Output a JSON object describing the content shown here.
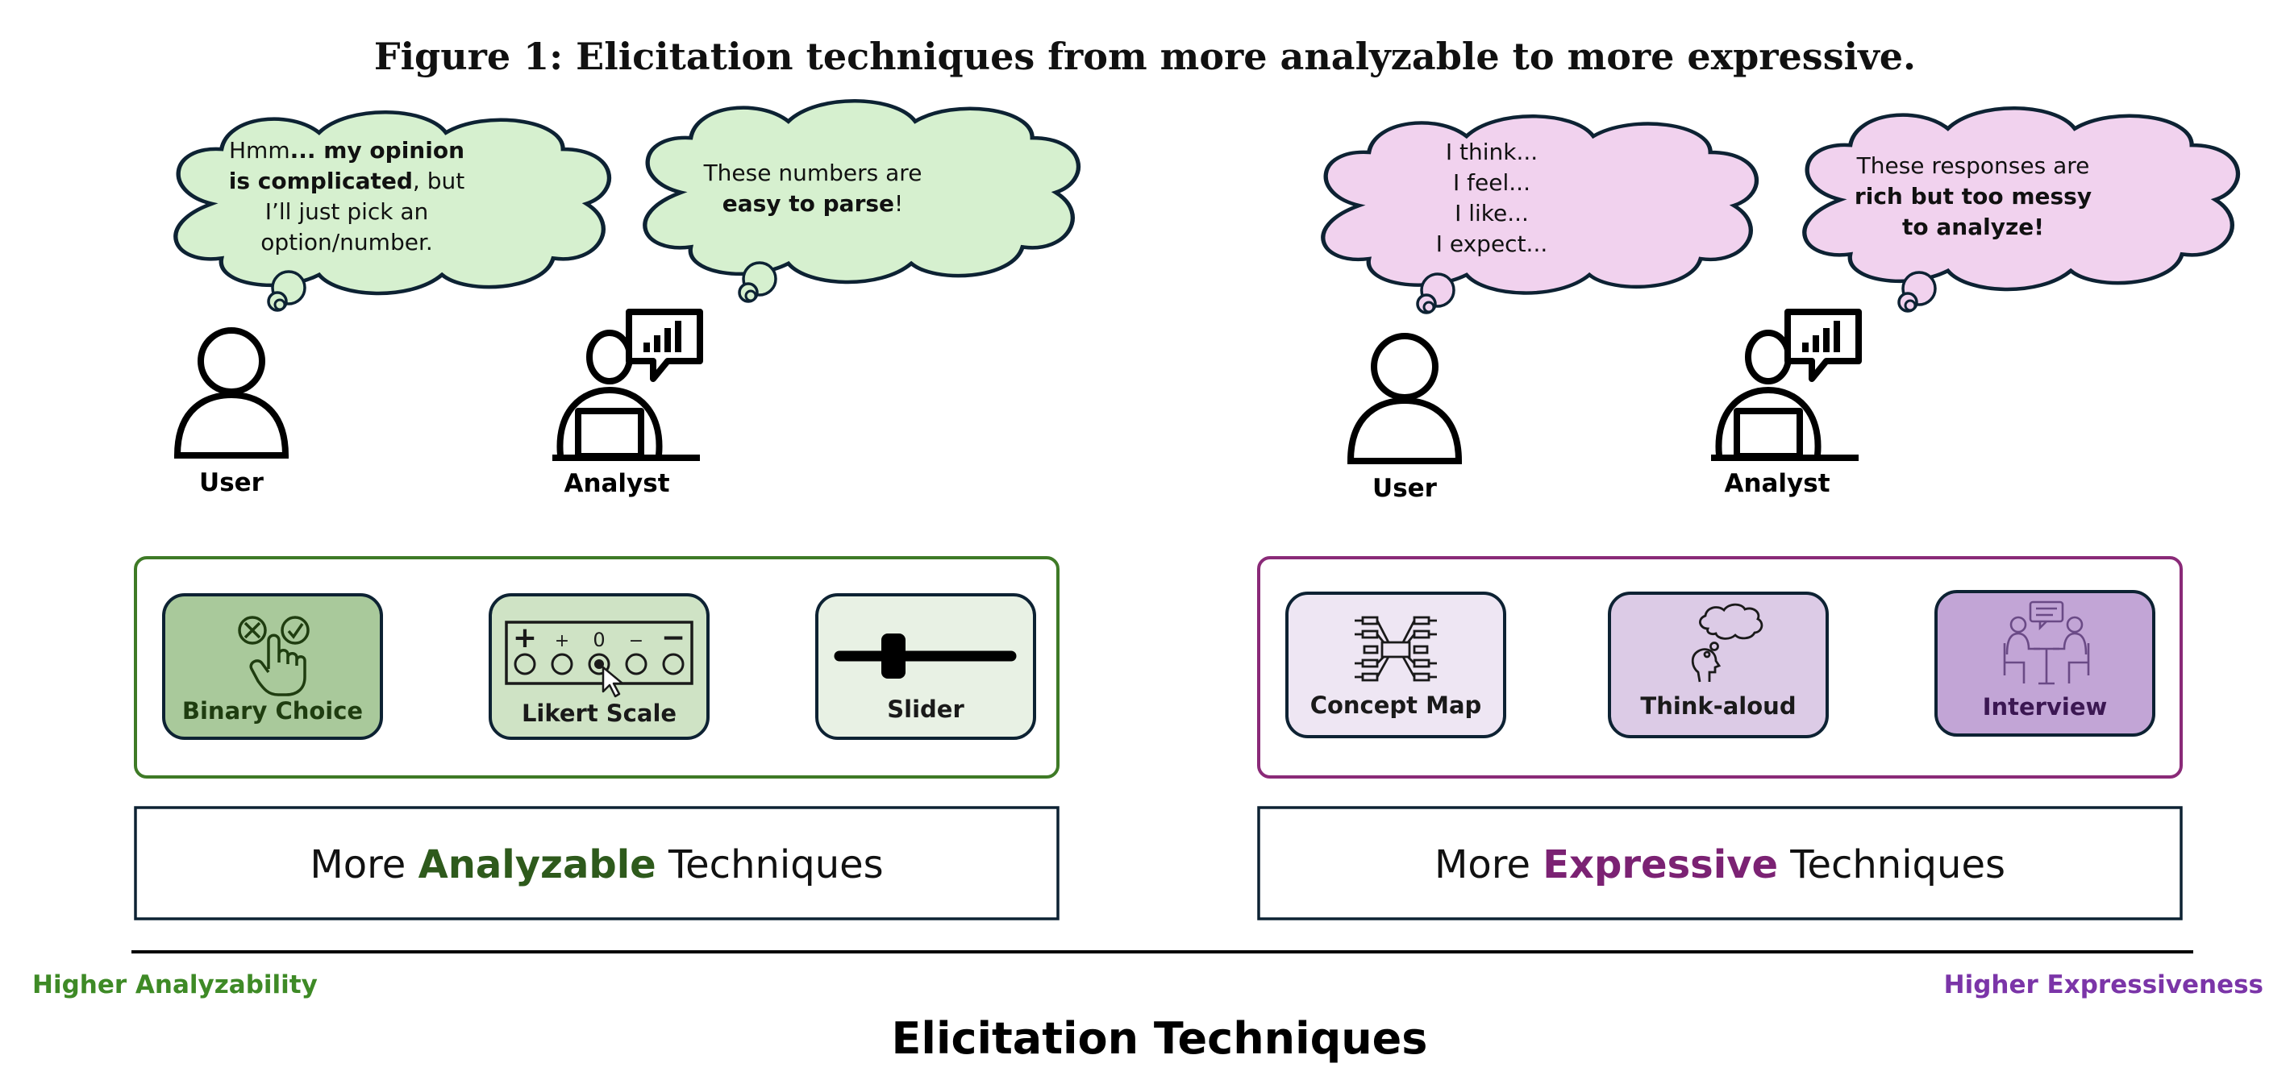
{
  "title": "Figure 1: Elicitation techniques from more analyzable to more expressive.",
  "left": {
    "user_bubble": [
      [
        {
          "t": "Hmm",
          "b": false
        },
        {
          "t": "... my opinion",
          "b": true
        }
      ],
      [
        {
          "t": "is complicated",
          "b": true
        },
        {
          "t": ", but",
          "b": false
        }
      ],
      [
        {
          "t": "I’ll just pick an",
          "b": false
        }
      ],
      [
        {
          "t": "option/number.",
          "b": false
        }
      ]
    ],
    "analyst_bubble": [
      [
        {
          "t": "These numbers are",
          "b": false
        }
      ],
      [
        {
          "t": "easy to parse",
          "b": true
        },
        {
          "t": "!",
          "b": false
        }
      ]
    ],
    "user_label": "User",
    "analyst_label": "Analyst",
    "techniques": [
      {
        "label": "Binary Choice",
        "fill": "#a9c99b",
        "text_color": "#1f3d10"
      },
      {
        "label": "Likert Scale",
        "fill": "#cfe3c5",
        "text_color": "#1a1a1a"
      },
      {
        "label": "Slider",
        "fill": "#e8f1e4",
        "text_color": "#1a1a1a"
      }
    ],
    "likert_symbols": [
      "+",
      "+",
      "0",
      "−",
      "−"
    ],
    "caption_pre": "More ",
    "caption_em": "Analyzable",
    "caption_post": " Techniques",
    "accent": "#3e7a26",
    "caption_color": "#2e5a1c",
    "bubble_fill": "#d6f0cf"
  },
  "right": {
    "user_bubble": [
      [
        {
          "t": "I think...",
          "b": false
        }
      ],
      [
        {
          "t": "I feel...",
          "b": false
        }
      ],
      [
        {
          "t": "I like...",
          "b": false
        }
      ],
      [
        {
          "t": "I expect...",
          "b": false
        }
      ]
    ],
    "analyst_bubble": [
      [
        {
          "t": "These responses are",
          "b": false
        }
      ],
      [
        {
          "t": "rich but too messy",
          "b": true
        }
      ],
      [
        {
          "t": "to analyze!",
          "b": true
        }
      ]
    ],
    "user_label": "User",
    "analyst_label": "Analyst",
    "techniques": [
      {
        "label": "Concept Map",
        "fill": "#eee6f3",
        "text_color": "#1a1a1a"
      },
      {
        "label": "Think-aloud",
        "fill": "#dccbe6",
        "text_color": "#1a1a1a"
      },
      {
        "label": "Interview",
        "fill": "#c2a5d6",
        "text_color": "#3b1752"
      }
    ],
    "caption_pre": "More ",
    "caption_em": "Expressive",
    "caption_post": " Techniques",
    "accent": "#8a2a78",
    "caption_color": "#7b2273",
    "bubble_fill": "#f1d2ee"
  },
  "axis": {
    "left_label": "Higher Analyzability",
    "right_label": "Higher Expressiveness",
    "left_color": "#3e8a26",
    "right_color": "#7b35a8",
    "title": "Elicitation Techniques"
  },
  "colors": {
    "ink": "#0d2233",
    "icon_dark": "#1a1a1a",
    "purple_icon": "#6a4a86"
  }
}
